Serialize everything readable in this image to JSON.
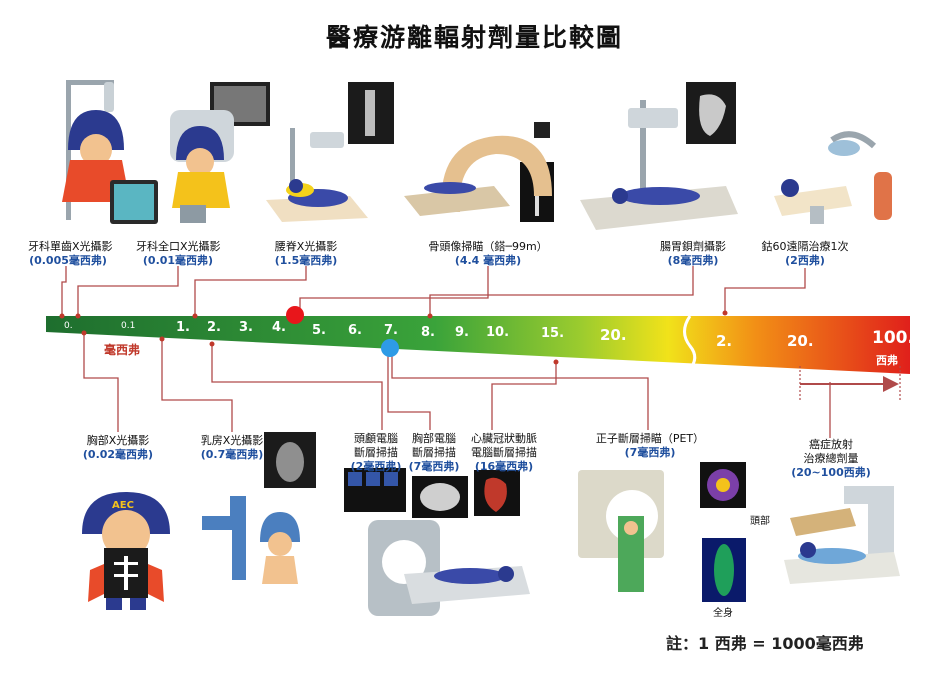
{
  "title": "醫療游離輻射劑量比較圖",
  "unit_label": "毫西弗",
  "sievert_label": "西弗",
  "note": "註：1 西弗 = 1000毫西弗",
  "ticks_msv": [
    "0.",
    "0.1",
    "1.",
    "2.",
    "3.",
    "4.",
    "5.",
    "6.",
    "7.",
    "8.",
    "9.",
    "10.",
    "15.",
    "20."
  ],
  "ticks_sv": [
    "2.",
    "20.",
    "100."
  ],
  "top_items": [
    {
      "name": "牙科單齒X光攝影",
      "dose": "(0.005毫西弗)"
    },
    {
      "name": "牙科全口X光攝影",
      "dose": "(0.01毫西弗)"
    },
    {
      "name": "腰脊X光攝影",
      "dose": "(1.5毫西弗)"
    },
    {
      "name": "骨頭像掃瞄（鎝─99m）",
      "dose": "(4.4 毫西弗)"
    },
    {
      "name": "腸胃鋇劑攝影",
      "dose": "(8毫西弗)"
    },
    {
      "name": "鈷60遠隔治療1次",
      "dose": "(2西弗)"
    }
  ],
  "bottom_items": [
    {
      "name": "胸部X光攝影",
      "dose": "(0.02毫西弗)"
    },
    {
      "name": "乳房X光攝影",
      "dose": "(0.7毫西弗)"
    },
    {
      "name": "頭顱電腦",
      "name2": "斷層掃描",
      "dose": "(2毫西弗)"
    },
    {
      "name": "胸部電腦",
      "name2": "斷層掃描",
      "dose": "(7毫西弗)"
    },
    {
      "name": "心臟冠狀動脈",
      "name2": "電腦斷層掃描",
      "dose": "(16毫西弗)"
    },
    {
      "name": "正子斷層掃瞄（PET）",
      "dose": "(7毫西弗)"
    },
    {
      "name": "癌症放射",
      "name2": "治療總劑量",
      "dose": "(20~100西弗)"
    }
  ],
  "pet_tags": [
    "頭部",
    "全身"
  ],
  "mascot_badge": "AEC",
  "colors": {
    "dark_green": "#1e6e2e",
    "green": "#3aa33a",
    "yellow": "#f1e21a",
    "orange": "#f29016",
    "red": "#e0201b",
    "line": "#b04a4a",
    "dose_text": "#1f4f9e"
  }
}
